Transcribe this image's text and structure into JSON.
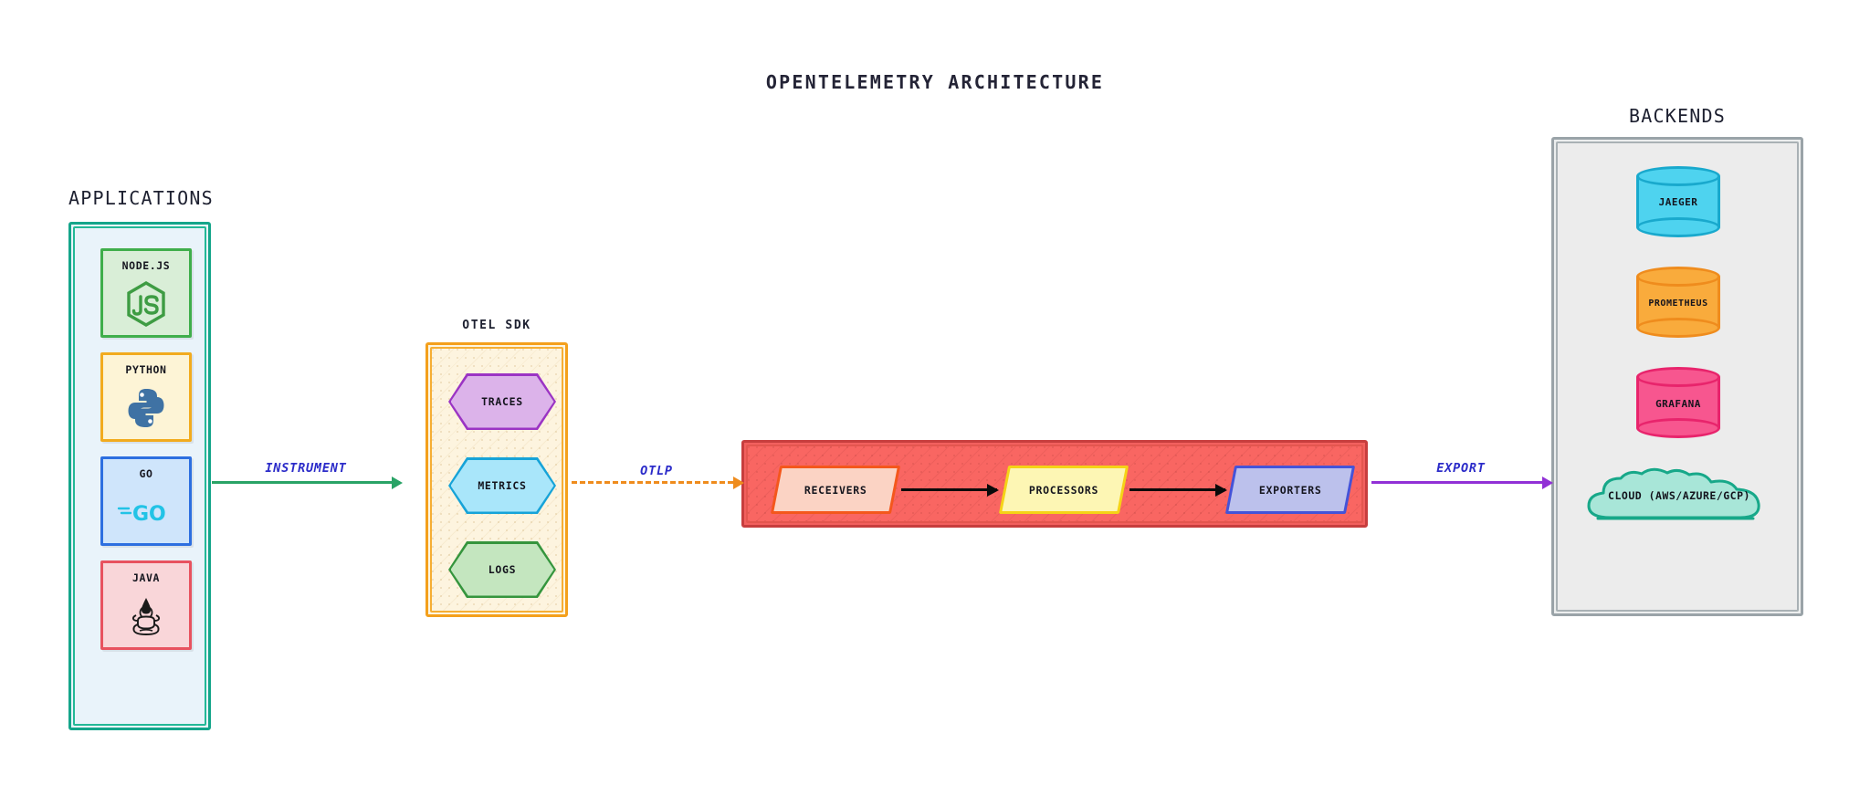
{
  "title": "OPENTELEMETRY ARCHITECTURE",
  "groups": {
    "applications": {
      "title": "APPLICATIONS",
      "accent": "#14a58a",
      "items": [
        {
          "label": "NODE.JS",
          "icon": "nodejs-icon",
          "border": "#3fae4b",
          "fill": "#d9eed7"
        },
        {
          "label": "PYTHON",
          "icon": "python-icon",
          "border": "#f2ab1e",
          "fill": "#fdf4d6"
        },
        {
          "label": "GO",
          "icon": "go-icon",
          "border": "#2d6fe0",
          "fill": "#cfe5fb"
        },
        {
          "label": "JAVA",
          "icon": "java-icon",
          "border": "#e8525f",
          "fill": "#f9d6d9"
        }
      ]
    },
    "sdk": {
      "title": "OTEL SDK",
      "accent": "#f4a01c",
      "signals": [
        {
          "label": "TRACES",
          "border": "#9b34c4",
          "fill": "#dcb3ea"
        },
        {
          "label": "METRICS",
          "border": "#16a3d8",
          "fill": "#a9e6fa"
        },
        {
          "label": "LOGS",
          "border": "#35953d",
          "fill": "#c4e6bf"
        }
      ]
    },
    "collector": {
      "accent": "#c73e3e",
      "fill": "#f96662",
      "stages": [
        {
          "label": "RECEIVERS",
          "border": "#f4571c",
          "fill": "#fbd3c4"
        },
        {
          "label": "PROCESSORS",
          "border": "#f5d316",
          "fill": "#fdf6b4"
        },
        {
          "label": "EXPORTERS",
          "border": "#4453d8",
          "fill": "#bcc1ec"
        }
      ]
    },
    "backends": {
      "title": "BACKENDS",
      "accent": "#9aa3a8",
      "items": [
        {
          "label": "JAEGER",
          "shape": "cylinder",
          "border": "#19a9cd",
          "fill": "#4ed3ef"
        },
        {
          "label": "PROMETHEUS",
          "shape": "cylinder",
          "border": "#ef8c1d",
          "fill": "#f9ab3c"
        },
        {
          "label": "GRAFANA",
          "shape": "cylinder",
          "border": "#e8246c",
          "fill": "#f7568f"
        },
        {
          "label": "CLOUD (AWS/AZURE/GCP)",
          "shape": "cloud",
          "border": "#17a889",
          "fill": "#a8e6d8"
        }
      ]
    }
  },
  "connectors": [
    {
      "label": "INSTRUMENT",
      "color": "#29a366",
      "style": "solid"
    },
    {
      "label": "OTLP",
      "color": "#ef8c1d",
      "style": "dashed"
    },
    {
      "label": "EXPORT",
      "color": "#9130d6",
      "style": "solid"
    }
  ]
}
